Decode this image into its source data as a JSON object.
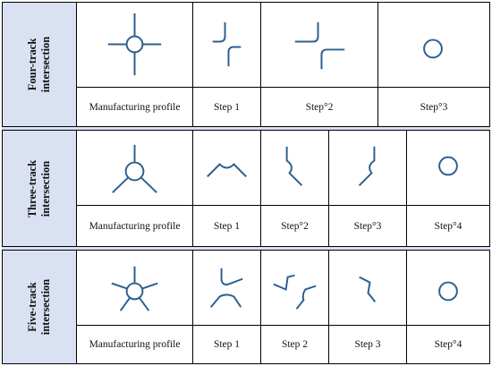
{
  "sections": [
    {
      "title_line1": "Four-track",
      "title_line2": "intersection",
      "labels": [
        "Manufacturing profile",
        "Step 1",
        "Step°2",
        "Step°3"
      ]
    },
    {
      "title_line1": "Three-track",
      "title_line2": "intersection",
      "labels": [
        "Manufacturing profile",
        "Step 1",
        "Step°2",
        "Step°3",
        "Step°4"
      ]
    },
    {
      "title_line1": "Five-track",
      "title_line2": "intersection",
      "labels": [
        "Manufacturing profile",
        "Step 1",
        "Step 2",
        "Step 3",
        "Step°4"
      ]
    }
  ]
}
